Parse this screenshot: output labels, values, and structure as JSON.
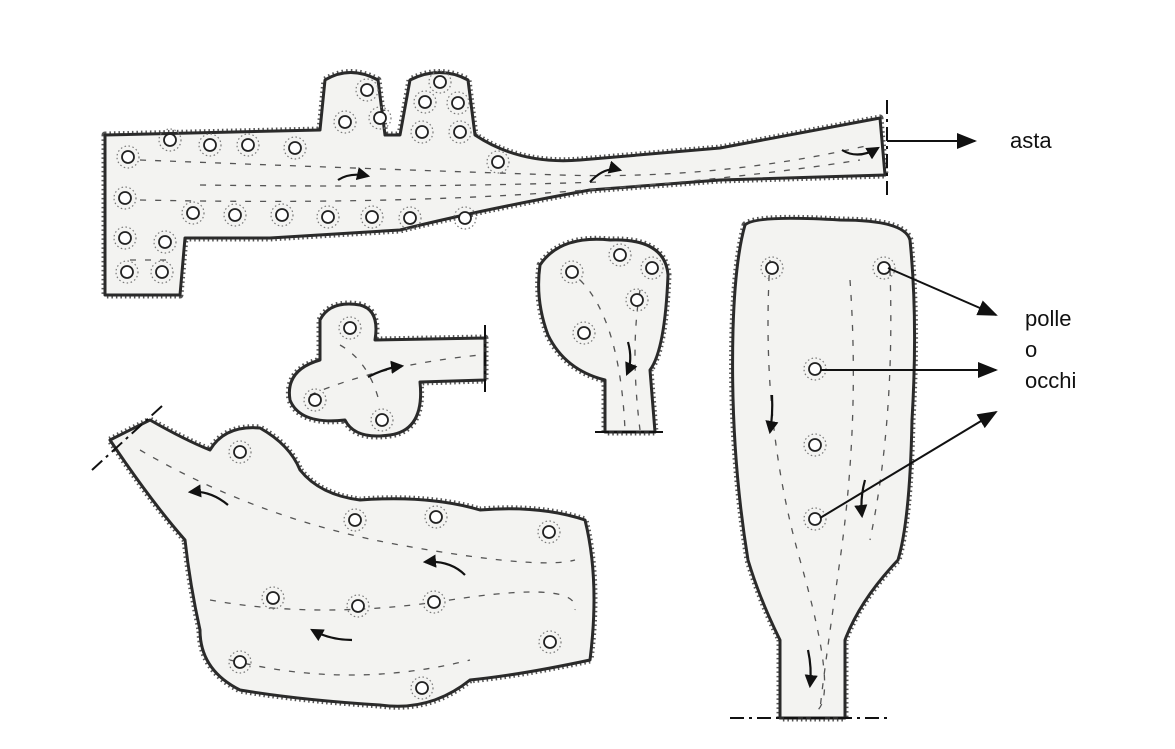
{
  "labels": {
    "asta": "asta",
    "polle": "polle",
    "o": "o",
    "occhi": "occhi"
  },
  "colors": {
    "outline": "#2a2a2a",
    "fill": "#f3f3f1",
    "ink": "#111111"
  }
}
